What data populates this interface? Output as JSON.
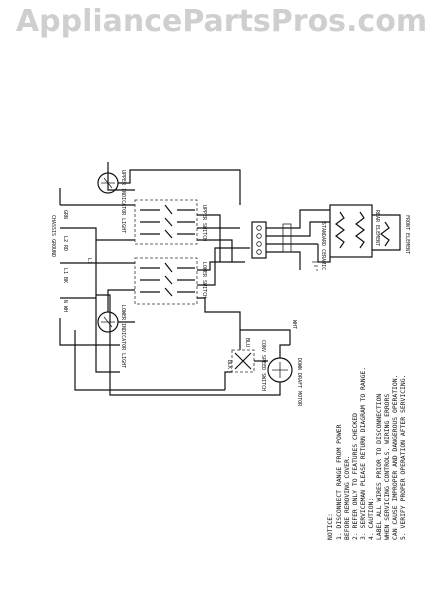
{
  "watermark": "AppliancePartsPros.com",
  "labels": {
    "chassis_ground": "CHASSIS GROUND",
    "grn": "GRN",
    "l1": "L1",
    "l1_wire": "L1 BK",
    "l2_wire": "L2 RD",
    "neutral_wire": "N WH",
    "upper_indicator": "UPPER INDICATOR LIGHT",
    "lower_indicator": "LOWER INDICATOR LIGHT",
    "upper_switch": "UPPER SWITCH",
    "lower_switch": "LOWER SWITCH",
    "standard_ceramic": "STANDARD CERAMIC",
    "rear_element": "REAR ELEMENT",
    "front_element": "FRONT ELEMENT",
    "blk": "BLK",
    "wht": "WHT",
    "blu": "BLU",
    "conv_switch": "CONV SPEED SWITCH",
    "down_motor": "DOWN DRAFT MOTOR"
  },
  "notice": {
    "title": "NOTICE:",
    "items": [
      "1. DISCONNECT RANGE FROM POWER",
      "   BEFORE REMOVING COVER.",
      "2. REFER ONLY TO FEATURES CHECKED",
      "3. SERVICEMAN PLEASE RETURN DIAGRAM TO RANGE.",
      "4. CAUTION:",
      "   LABEL ALL WIRES PRIOR TO DISCONNECTION",
      "   WHEN SERVICING CONTROLS. WIRING ERRORS",
      "   CAN CAUSE IMPROPER AND DANGEROUS OPERATION.",
      "5. VERIFY PROPER OPERATION AFTER SERVICING."
    ]
  }
}
